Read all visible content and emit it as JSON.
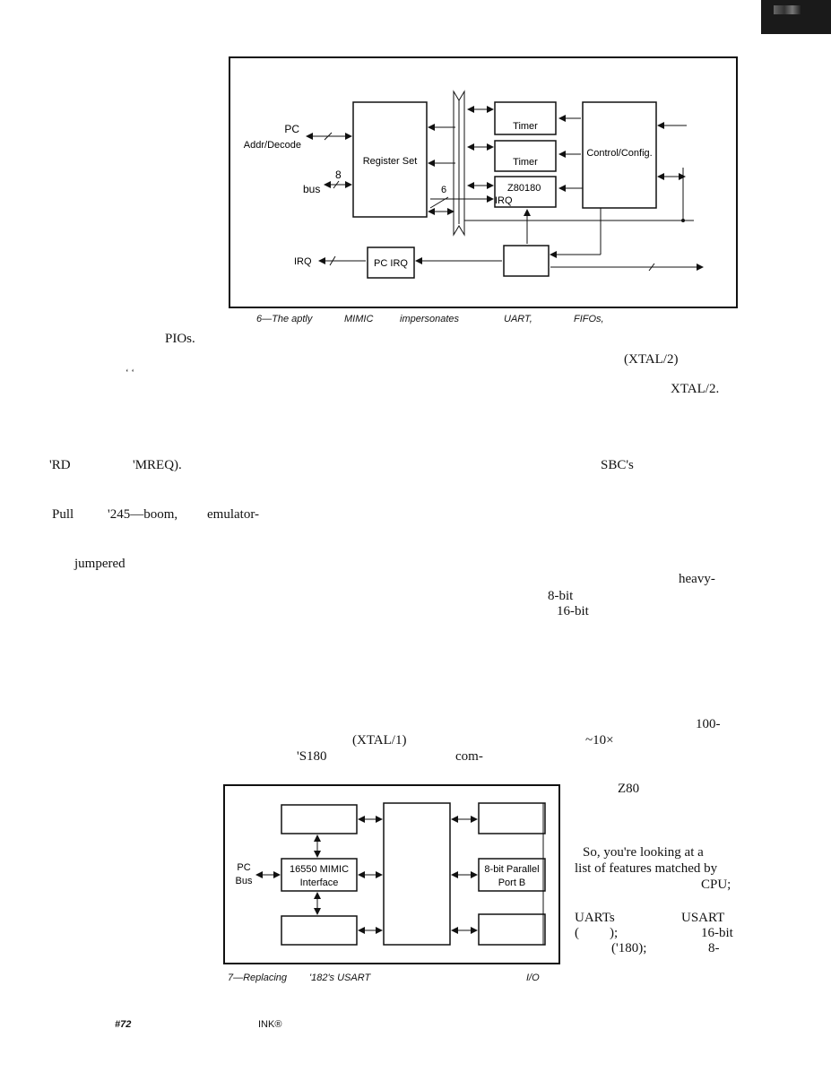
{
  "figure6": {
    "labels": {
      "pc_addr_1": "PC",
      "pc_addr_2": "Addr/Decode",
      "bus_num": "8",
      "bus": "bus",
      "register_set": "Register Set",
      "timer1": "Timer",
      "timer2": "Timer",
      "control": "Control/Config.",
      "z80180": "Z80180",
      "irq_small": "IRQ",
      "six": "6",
      "irq_out": "IRQ",
      "pc_irq": "PC IRQ"
    },
    "caption": {
      "num": "6—The aptly",
      "w1": "MIMIC",
      "w2": "impersonates",
      "w3": "UART,",
      "w4": "FIFOs,"
    }
  },
  "figure7": {
    "labels": {
      "pc_bus_1": "PC",
      "pc_bus_2": "Bus",
      "mimic_1": "16550 MIMIC",
      "mimic_2": "Interface",
      "parallel_1": "8-bit Parallel",
      "parallel_2": "Port B"
    },
    "caption": {
      "num": "7—Replacing",
      "w1": "'182's USART",
      "w2": "I/O"
    }
  },
  "body_fragments": [
    "PIOs.",
    "(XTAL/2)",
    "XTAL/2.",
    "'RD",
    "'MREQ).",
    "SBC's",
    "Pull",
    "'245—boom,",
    "emulator-",
    "jumpered",
    "heavy-",
    "8-bit",
    "16-bit",
    "100-",
    "(XTAL/1)",
    "~10×",
    "'S180",
    "com-",
    "Z80",
    "So, you're looking at a",
    "list of features matched by",
    "CPU;",
    "UARTs",
    "USART",
    "(",
    ");",
    "16-bit",
    "('180);",
    "8-"
  ],
  "footer": {
    "issue": "#72",
    "ink": "INK®"
  }
}
